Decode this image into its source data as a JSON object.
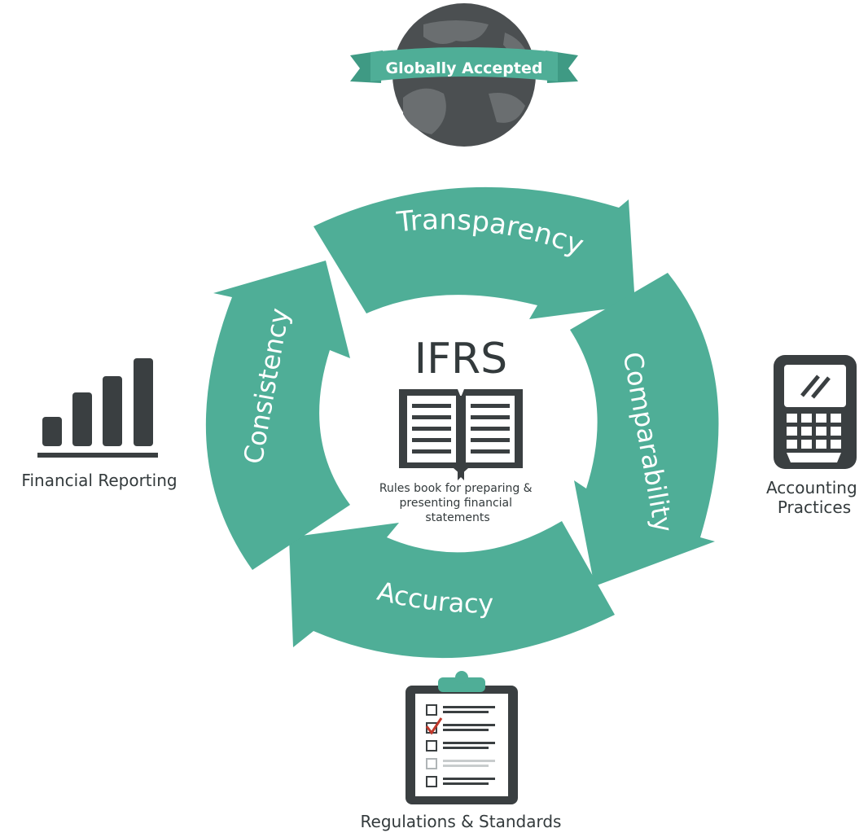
{
  "center": {
    "title": "IFRS",
    "description_lines": [
      "Rules book for preparing &",
      "presenting financial",
      "statements"
    ]
  },
  "globe": {
    "banner_label": "Globally Accepted"
  },
  "cycle": {
    "arrows": [
      {
        "id": "transparency",
        "label": "Transparency"
      },
      {
        "id": "comparability",
        "label": "Comparability"
      },
      {
        "id": "accuracy",
        "label": "Accuracy"
      },
      {
        "id": "consistency",
        "label": "Consistency"
      }
    ]
  },
  "sides": {
    "financial_reporting": {
      "label": "Financial Reporting",
      "icon": "bar-chart-icon"
    },
    "accounting_practices": {
      "label_lines": [
        "Accounting",
        "Practices"
      ],
      "icon": "calculator-icon"
    },
    "regulations": {
      "label": "Regulations & Standards",
      "icon": "clipboard-checklist-icon"
    }
  },
  "colors": {
    "accent": "#4fae97",
    "accent_dark": "#3f9a84",
    "dark": "#3a3f41",
    "check": "#c0392b"
  }
}
